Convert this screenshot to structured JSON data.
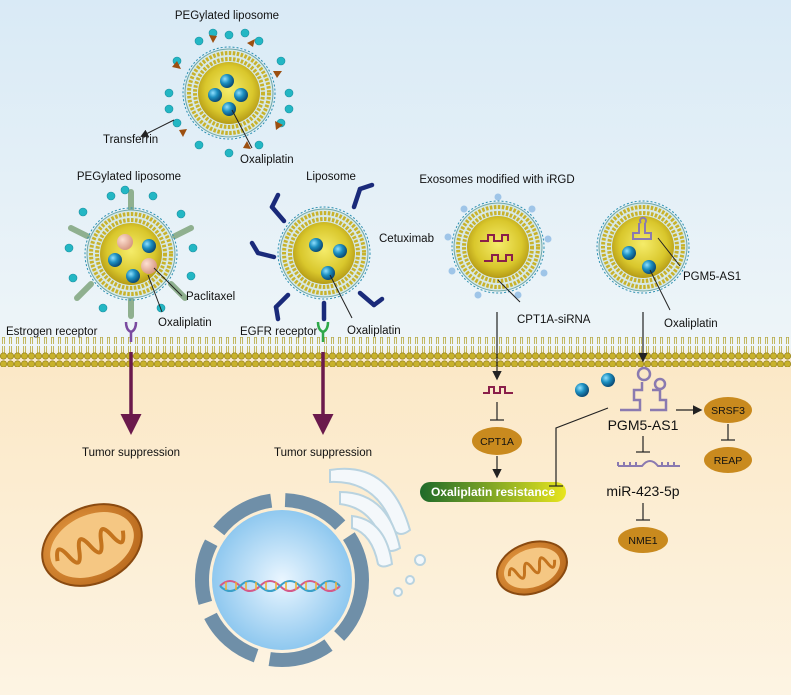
{
  "labels": {
    "pegylated_liposome_top": "PEGylated liposome",
    "transferrin": "Transferrin",
    "oxaliplatin_top": "Oxaliplatin",
    "pegylated_liposome_left": "PEGylated liposome",
    "paclitaxel": "Paclitaxel",
    "estrogen_receptor": "Estrogen receptor",
    "oxaliplatin_left": "Oxaliplatin",
    "liposome": "Liposome",
    "cetuximab": "Cetuximab",
    "egfr_receptor": "EGFR receptor",
    "oxaliplatin_mid": "Oxaliplatin",
    "exosomes": "Exosomes modified with iRGD",
    "cpt1a_sirna": "CPT1A-siRNA",
    "pgm5_as1_top": "PGM5-AS1",
    "oxaliplatin_right": "Oxaliplatin",
    "tumor_suppression_1": "Tumor suppression",
    "tumor_suppression_2": "Tumor suppression",
    "cpt1a": "CPT1A",
    "oxaliplatin_resistance": "Oxaliplatin resistance",
    "pgm5_as1_main": "PGM5-AS1",
    "srsf3": "SRSF3",
    "reap": "REAP",
    "mir": "miR-423-5p",
    "nme1": "NME1"
  },
  "colors": {
    "bg_top": "#dcebf6",
    "bg_bottom": "#fcecd0",
    "membrane": "#c8b22c",
    "drug": "#1b7fa8",
    "pill": "#c98a1e",
    "arrow": "#6b1a4c",
    "resistance_start": "#1e6a2a",
    "resistance_end": "#e6e21e"
  }
}
